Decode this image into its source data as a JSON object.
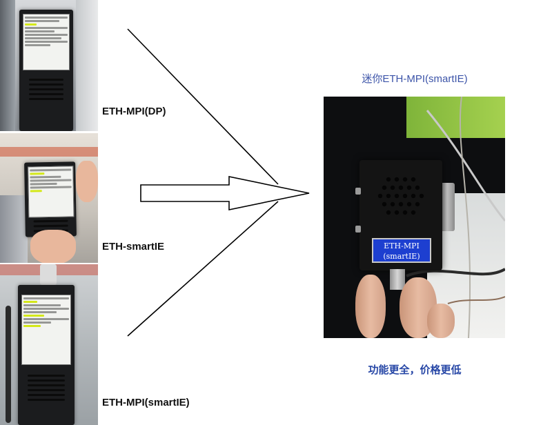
{
  "products": [
    {
      "label": "ETH-MPI(DP)"
    },
    {
      "label": "ETH-smartIE"
    },
    {
      "label": "ETH-MPI(smartIE)"
    }
  ],
  "target": {
    "title": "迷你ETH-MPI(smartIE)",
    "screen_line1": "ETH-MPI",
    "screen_line2": "(smartIE)",
    "caption": "功能更全，价格更低"
  },
  "colors": {
    "title": "#3b53a8",
    "caption": "#2747a6",
    "device_screen": "#1d3fd0"
  },
  "icons": [
    "arrow-converge-icon",
    "hollow-arrow-icon"
  ]
}
